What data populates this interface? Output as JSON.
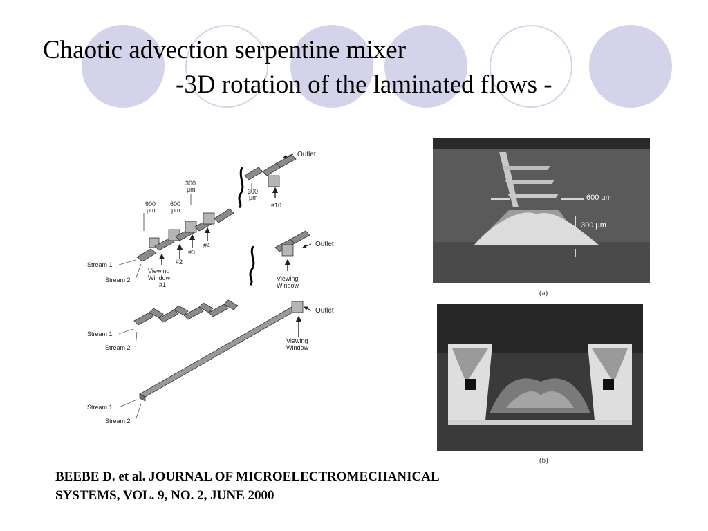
{
  "slide": {
    "title_line1": "Chaotic advection serpentine mixer",
    "title_line2": "-3D rotation of the laminated flows -",
    "citation_line1": "BEEBE D. et al. JOURNAL OF MICROELECTROMECHANICAL",
    "citation_line2": "SYSTEMS, VOL. 9, NO. 2, JUNE 2000"
  },
  "theme": {
    "circle_color": "#d3d3ea"
  },
  "diagram": {
    "outlet": "Outlet",
    "stream1": "Stream 1",
    "stream2": "Stream 2",
    "viewing": "Viewing",
    "window": "Window",
    "dim_900": "900",
    "dim_600": "600",
    "dim_300": "300",
    "unit_um": "μm",
    "label_w1": "#1",
    "label_2": "#2",
    "label_3": "#3",
    "label_4": "#4",
    "label_10": "#10"
  },
  "photo_a": {
    "dim_600": "600 um",
    "dim_300": "300 μm",
    "panel_label": "(a)"
  },
  "photo_b": {
    "panel_label": "(b)"
  }
}
